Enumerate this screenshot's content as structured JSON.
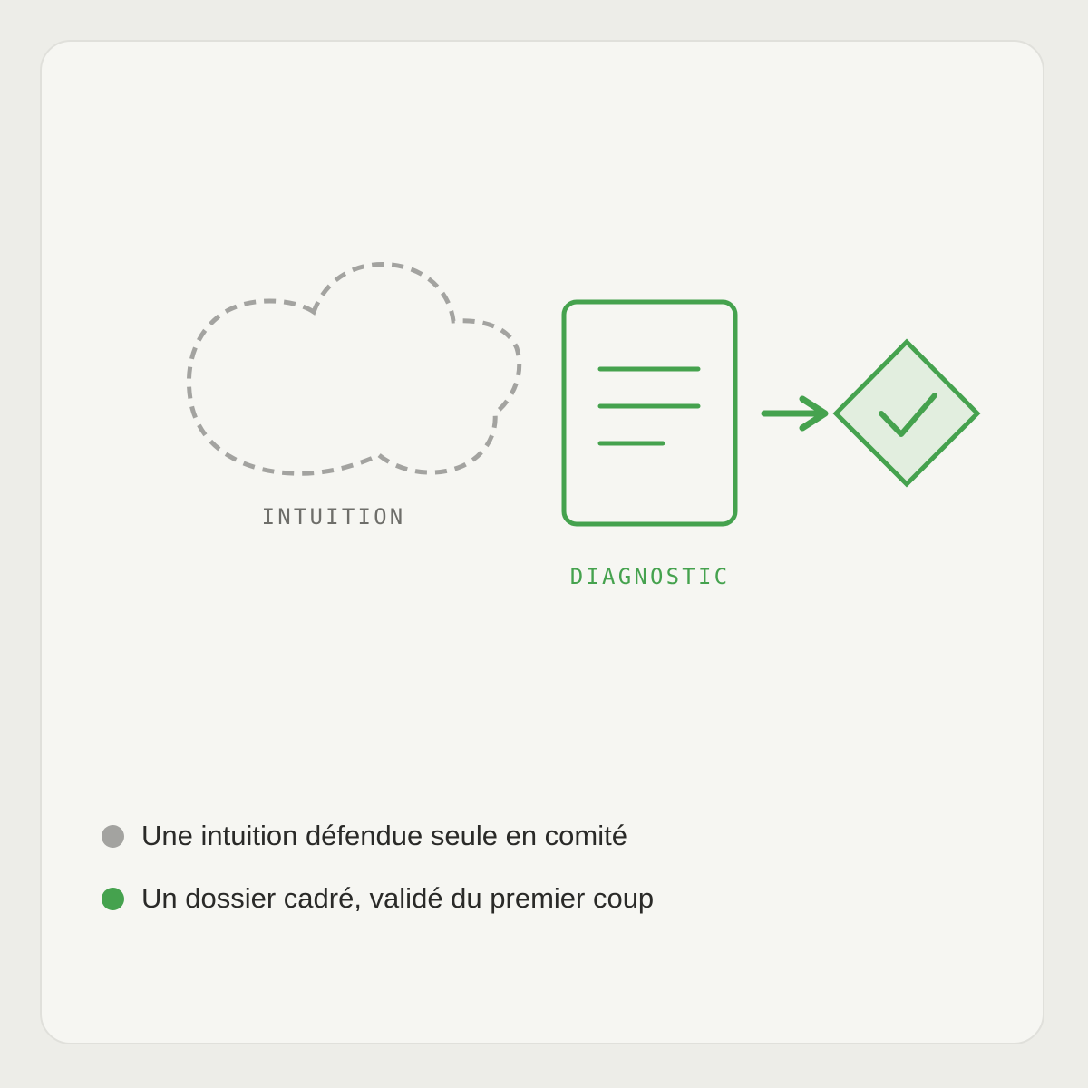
{
  "colors": {
    "background": "#edede8",
    "card": "#f6f6f2",
    "muted": "#9d9d99",
    "muted_text": "#6e6e6a",
    "accent": "#45a24e",
    "accent_fill": "#e2eedf"
  },
  "nodes": {
    "intuition": {
      "label": "INTUITION",
      "icon": "cloud-outline-icon"
    },
    "diagnostic": {
      "label": "DIAGNOSTIC",
      "icon": "document-icon"
    },
    "validation": {
      "icon": "checkmark-diamond-icon"
    }
  },
  "legend": [
    {
      "label": "Une intuition défendue seule en comité",
      "color": "#a3a3a0"
    },
    {
      "label": "Un dossier cadré, validé du premier coup",
      "color": "#45a24e"
    }
  ]
}
